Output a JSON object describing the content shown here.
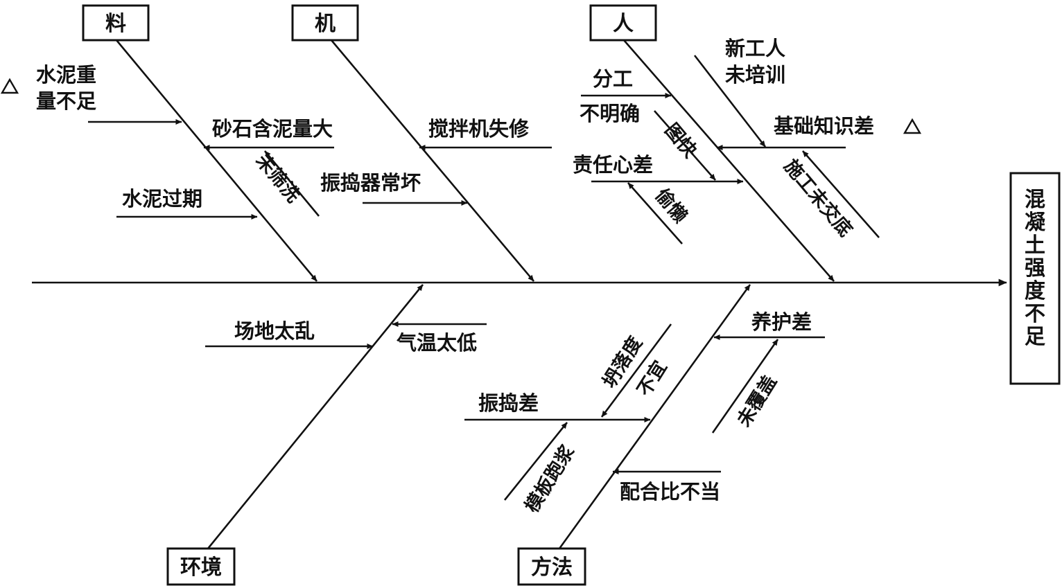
{
  "effect": "混凝土强度不足",
  "categories": {
    "material": "料",
    "machine": "机",
    "man": "人",
    "environment": "环境",
    "method": "方法"
  },
  "causes": {
    "material": {
      "cement_insufficient_line1": "水泥重",
      "cement_insufficient_line2": "量不足",
      "sand_mud": "砂石含泥量大",
      "not_washed": "未筛洗",
      "cement_expired": "水泥过期"
    },
    "machine": {
      "mixer_repair": "搅拌机失修",
      "vibrator_broken": "振捣器常坏"
    },
    "man": {
      "division_line1": "分工",
      "division_line2": "不明确",
      "hurry": "图快",
      "responsibility": "责任心差",
      "lazy": "偷懒",
      "new_workers_line1": "新工人",
      "new_workers_line2": "未培训",
      "basic_knowledge": "基础知识差",
      "no_briefing": "施工未交底"
    },
    "environment": {
      "site_messy": "场地太乱",
      "temperature_low": "气温太低"
    },
    "method": {
      "curing_poor": "养护差",
      "not_covered": "未覆盖",
      "slump_line1": "坍落度",
      "slump_line2": "不宜",
      "vibration_poor": "振捣差",
      "formwork_leak": "模板跑浆",
      "mix_ratio": "配合比不当"
    }
  },
  "key_marker": "△"
}
